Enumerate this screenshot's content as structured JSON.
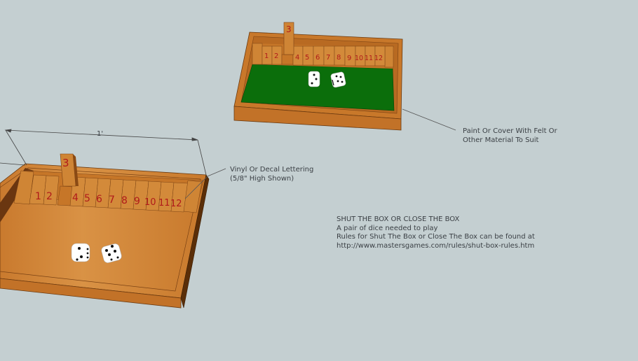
{
  "colors": {
    "background": "#c4cfd1",
    "wood": "#c97c2c",
    "wood_dark": "#8a4a14",
    "felt": "#0b6e0b",
    "numbers": "#b01a1a",
    "text": "#3a3f44"
  },
  "top_board": {
    "raised_tile": "3",
    "tiles": [
      "1",
      "2",
      "4",
      "5",
      "6",
      "7",
      "8",
      "9",
      "10",
      "11",
      "12"
    ],
    "surface": "green felt",
    "dice": [
      "3",
      "4"
    ]
  },
  "front_board": {
    "raised_tile": "3",
    "tiles": [
      "1",
      "2",
      "4",
      "5",
      "6",
      "7",
      "8",
      "9",
      "10",
      "11",
      "12"
    ],
    "surface": "wood",
    "dice": [
      "3",
      "4"
    ],
    "dimension_label": "1'"
  },
  "callouts": {
    "felt": [
      "Paint Or Cover With Felt Or",
      "Other Material To Suit"
    ],
    "lettering": [
      "Vinyl Or Decal Lettering",
      "(5/8\" High Shown)"
    ]
  },
  "notes": [
    "SHUT THE BOX OR CLOSE THE BOX",
    "A pair of dice needed to play",
    "Rules for Shut The Box or Close The Box can be found at",
    "http://www.mastersgames.com/rules/shut-box-rules.htm"
  ]
}
